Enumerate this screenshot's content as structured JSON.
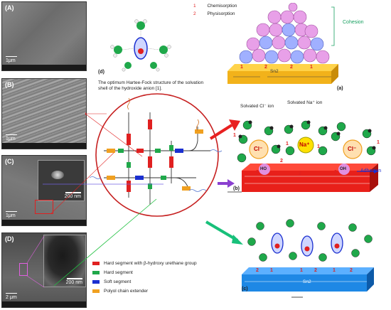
{
  "sem_panels": {
    "a": {
      "letter": "(A)",
      "scale": "1μm"
    },
    "b": {
      "letter": "(B)",
      "scale": "1μm"
    },
    "c": {
      "letter": "(C)",
      "scale": "1μm",
      "inset_scale": "200 nm"
    },
    "d": {
      "letter": "(D)",
      "scale": "2 μm",
      "inset_scale": "200 nm"
    }
  },
  "legend_top": {
    "n1": "1",
    "l1": "Chemisorption",
    "n2": "2",
    "l2": "Physisorption"
  },
  "panel_d": {
    "tag": "(d)",
    "caption": "The optimum Hartee-Fock structure of the solvation shell of the hydroxide anion [1]."
  },
  "panel_a": {
    "tag": "(a)",
    "cohesion": "Cohesion",
    "sn": "Sn2"
  },
  "panel_b": {
    "tag": "(b)",
    "solvated_cl": "Solvated Cl⁻ ion",
    "solvated_na": "Solvated Na⁺ ion",
    "adhesion": "Adhesion",
    "na": "Na⁺",
    "cl": "Cl⁻",
    "ho": "HO",
    "oh": "OH"
  },
  "panel_c": {
    "tag": "(c)",
    "sn": "Sn2"
  },
  "legend_bottom": [
    {
      "label": "Hard segment with β-hydroxy urethane group",
      "color": "#e02020"
    },
    {
      "label": "Hard segment",
      "color": "#1fa84a"
    },
    {
      "label": "Soft segment",
      "color": "#1a2fd0"
    },
    {
      "label": "Polyol chain extender",
      "color": "#f0a020"
    }
  ],
  "colors": {
    "hard_bhu": "#e02020",
    "hard": "#1fa84a",
    "soft": "#1a2fd0",
    "polyol": "#f0a020",
    "surface_a": "#f2b21a",
    "surface_b": "#e8201a",
    "surface_c": "#1e88e5",
    "arrow_a": "#e82020",
    "arrow_b": "#8a3fd0",
    "arrow_c": "#18c07a"
  }
}
